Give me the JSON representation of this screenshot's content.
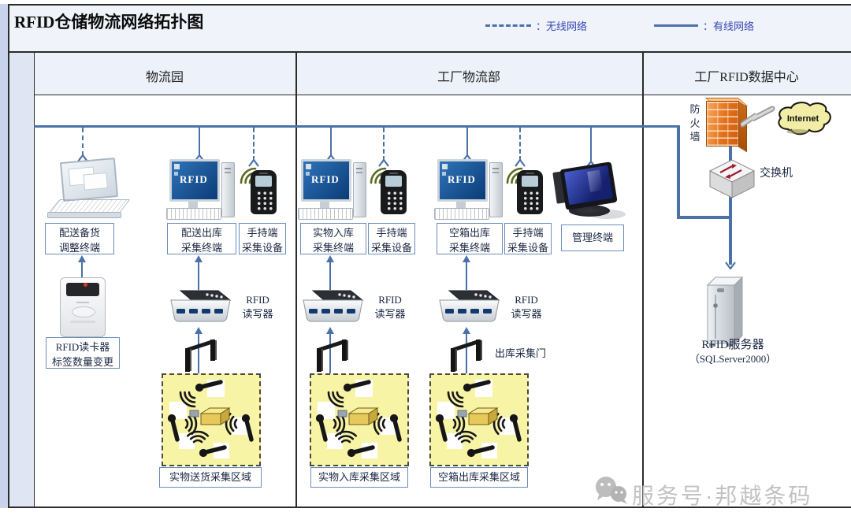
{
  "title": "RFID仓储物流网络拓扑图",
  "legend": {
    "wireless": "：无线网络",
    "wired": "：有线网络"
  },
  "headers": {
    "col1": "物流园",
    "col2": "工厂物流部",
    "col3": "工厂RFID数据中心"
  },
  "devices": {
    "terminal_screen": "RFID",
    "dispatch_prep": {
      "l1": "配送备货",
      "l2": "调整终端"
    },
    "dispatch_out": {
      "l1": "配送出库",
      "l2": "采集终端"
    },
    "handheld": {
      "l1": "手持端",
      "l2": "采集设备"
    },
    "inbound": {
      "l1": "实物入库",
      "l2": "采集终端"
    },
    "empty_out": {
      "l1": "空箱出库",
      "l2": "采集终端"
    },
    "mgmt": "管理终端",
    "card_reader": {
      "l1": "RFID读卡器",
      "l2": "标签数量变更"
    },
    "rfid_reader": {
      "l1": "RFID",
      "l2": "读写器"
    },
    "out_gate": "出库采集门",
    "firewall": "防火墙",
    "internet": "Internet",
    "switch": "交换机",
    "server": {
      "l1": "RFID服务器",
      "l2": "（SQLServer2000）"
    }
  },
  "areas": {
    "delivery": "实物送货采集区域",
    "inbound": "实物入库采集区域",
    "empty_out": "空箱出库采集区域"
  },
  "watermark": "服务号·邦越条码",
  "colors": {
    "wire_blue": "#4a72a8",
    "legend_text": "#3548b4",
    "area_yellow": "#f8f4a6",
    "firewall_orange": "#e8762a"
  }
}
